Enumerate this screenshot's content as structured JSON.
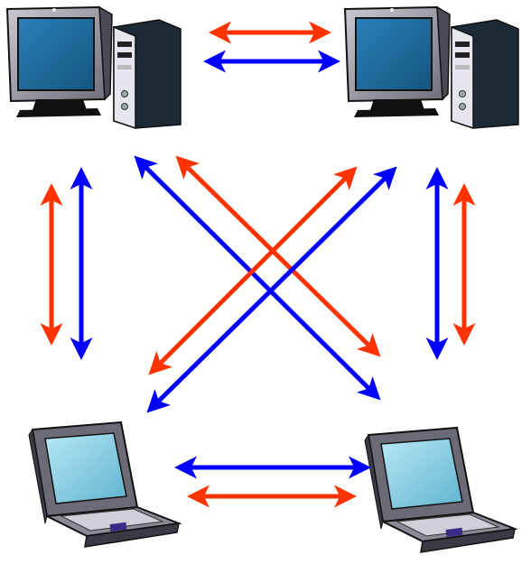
{
  "diagram": {
    "nodes": [
      {
        "id": "desktop-top-left",
        "kind": "desktop-computer"
      },
      {
        "id": "desktop-top-right",
        "kind": "desktop-computer"
      },
      {
        "id": "laptop-bottom-left",
        "kind": "laptop-computer"
      },
      {
        "id": "laptop-bottom-right",
        "kind": "laptop-computer"
      }
    ],
    "connections": [
      {
        "from": "desktop-top-left",
        "to": "desktop-top-right",
        "arrows": [
          "red",
          "blue"
        ],
        "direction": "bidirectional"
      },
      {
        "from": "laptop-bottom-left",
        "to": "laptop-bottom-right",
        "arrows": [
          "blue",
          "red"
        ],
        "direction": "bidirectional"
      },
      {
        "from": "desktop-top-left",
        "to": "laptop-bottom-left",
        "arrows": [
          "red",
          "blue"
        ],
        "direction": "bidirectional"
      },
      {
        "from": "desktop-top-right",
        "to": "laptop-bottom-right",
        "arrows": [
          "blue",
          "red"
        ],
        "direction": "bidirectional"
      },
      {
        "from": "desktop-top-left",
        "to": "laptop-bottom-right",
        "arrows": [
          "red",
          "blue"
        ],
        "direction": "bidirectional"
      },
      {
        "from": "desktop-top-right",
        "to": "laptop-bottom-left",
        "arrows": [
          "red",
          "blue"
        ],
        "direction": "bidirectional"
      }
    ],
    "colors": {
      "red_arrow": "#ff3300",
      "blue_arrow": "#0000ff",
      "monitor_screen": "#1f6fa6",
      "laptop_screen": "#8fd3e6",
      "tower": "#1c2a36",
      "laptop_body": "#6b6b78"
    }
  }
}
